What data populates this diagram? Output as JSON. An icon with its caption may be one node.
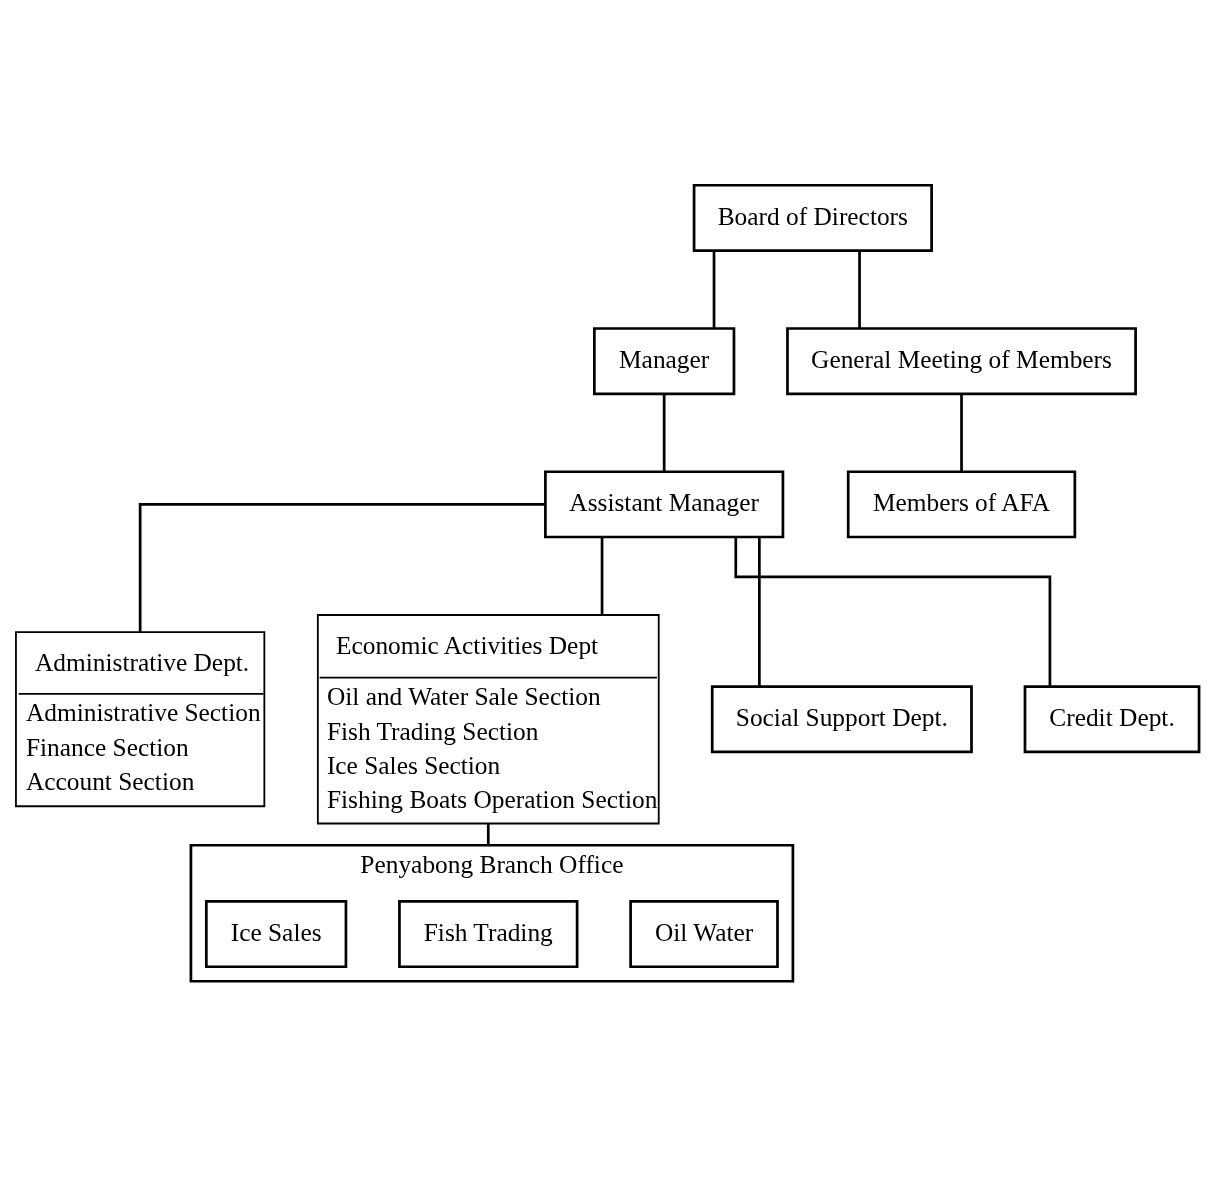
{
  "diagram": {
    "nodes": [
      {
        "text": [
          "Board of Directors"
        ]
      },
      {
        "text": [
          "Manager"
        ]
      },
      {
        "text": [
          "General Meeting of Members"
        ]
      },
      {
        "text": [
          "Assistant Manager"
        ]
      },
      {
        "text": [
          "Members of AFA"
        ]
      },
      {
        "text": [
          "Administrative Dept.",
          "Administrative Section",
          "Finance Section",
          "Account Section"
        ]
      },
      {
        "text": [
          "Economic Activities Dept",
          "Oil and Water Sale Section",
          "Fish Trading Section",
          "Ice Sales Section",
          "Fishing Boats Operation Section"
        ]
      },
      {
        "text": [
          "Social Support Dept."
        ]
      },
      {
        "text": [
          "Credit Dept."
        ]
      },
      {
        "text": [
          "Penyabong Branch Office"
        ]
      },
      {
        "text": [
          "Oil Water"
        ],
        "in": 9
      },
      {
        "text": [
          "Fish Trading"
        ],
        "in": 9
      },
      {
        "text": [
          "Ice Sales"
        ],
        "in": 9
      }
    ],
    "edges": [
      {
        "from": 0,
        "to": 1,
        "arrow": "none"
      },
      {
        "from": 0,
        "to": 2,
        "arrow": "none"
      },
      {
        "from": 1,
        "to": 3,
        "arrow": "none"
      },
      {
        "from": 2,
        "to": 4,
        "arrow": "none"
      },
      {
        "from": 3,
        "to": 5,
        "arrow": "none"
      },
      {
        "from": 3,
        "to": 6,
        "arrow": "none"
      },
      {
        "from": 3,
        "to": 7,
        "arrow": "none"
      },
      {
        "from": 3,
        "to": 8,
        "arrow": "none"
      },
      {
        "from": 6,
        "to": 9,
        "arrow": "none"
      }
    ]
  }
}
